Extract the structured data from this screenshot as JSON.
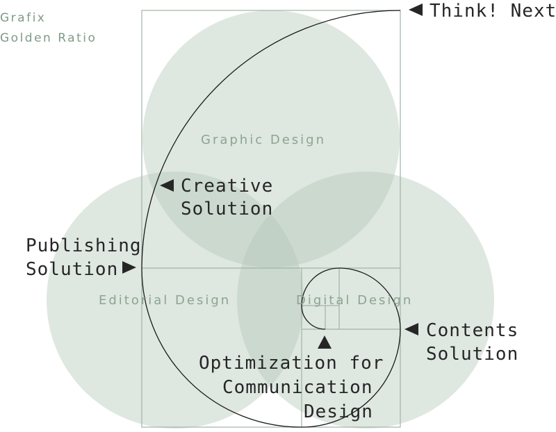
{
  "brand": {
    "line1": "Grafix",
    "line2": "Golden Ratio"
  },
  "circles": {
    "top": "Graphic Design",
    "left": "Editorial Design",
    "right": "Digital Design"
  },
  "callouts": {
    "think_next": "Think! Next.",
    "creative_1": "Creative",
    "creative_2": "Solution",
    "publishing_1": "Publishing",
    "publishing_2": "Solution",
    "contents_1": "Contents",
    "contents_2": "Solution",
    "optimization_1": "Optimization for",
    "optimization_2": "Communication",
    "optimization_3": "Design"
  },
  "colors": {
    "circle_fill": "#b3c6b7",
    "frame_line": "#9fb5a5",
    "spiral_line": "#1a1a1a",
    "brand_text": "#7f9a86",
    "circle_text": "#8aa590",
    "callout_text": "#262626"
  }
}
